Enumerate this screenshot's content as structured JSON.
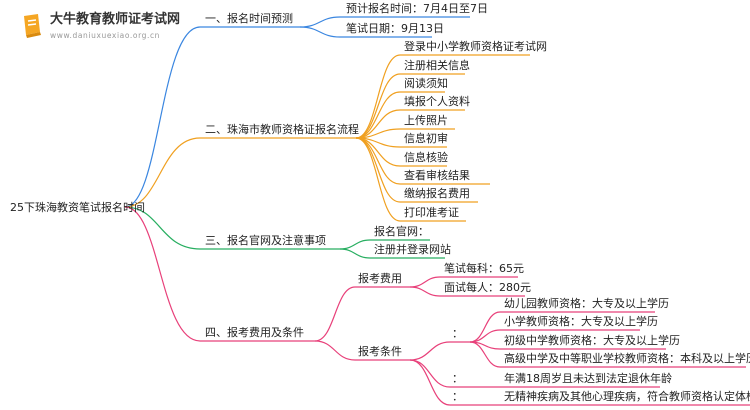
{
  "brand": {
    "name": "大牛教育教师证考试网",
    "url": "www.daniuxuexiao.org.cn"
  },
  "root": "25下珠海教资笔试报名时间",
  "b1": {
    "title": "一、报名时间预测",
    "items": [
      "预计报名时间：7月4日至7日",
      "笔试日期：9月13日"
    ]
  },
  "b2": {
    "title": "二、珠海市教师资格证报名流程",
    "items": [
      "登录中小学教师资格证考试网",
      "注册相关信息",
      "阅读须知",
      "填报个人资料",
      "上传照片",
      "信息初审",
      "信息核验",
      "查看审核结果",
      "缴纳报名费用",
      "打印准考证"
    ]
  },
  "b3": {
    "title": "三、报名官网及注意事项",
    "items": [
      "报名官网：",
      "注册并登录网站"
    ]
  },
  "b4": {
    "title": "四、报考费用及条件",
    "fee": {
      "title": "报考费用",
      "items": [
        "笔试每科：65元",
        "面试每人：280元"
      ]
    },
    "cond": {
      "title": "报考条件",
      "colon": "：",
      "edu": [
        "幼儿园教师资格：大专及以上学历",
        "小学教师资格：大专及以上学历",
        "初级中学教师资格：大专及以上学历",
        "高级中学及中等职业学校教师资格：本科及以上学历"
      ],
      "age": "年满18周岁且未达到法定退休年龄",
      "health": "无精神疾病及其他心理疾病，符合教师资格认定体检标准"
    }
  },
  "colors": {
    "b1": "#3a86e0",
    "b2": "#f0a020",
    "b3": "#27ae60",
    "b4": "#e8407a",
    "logo": "#f5a623"
  }
}
